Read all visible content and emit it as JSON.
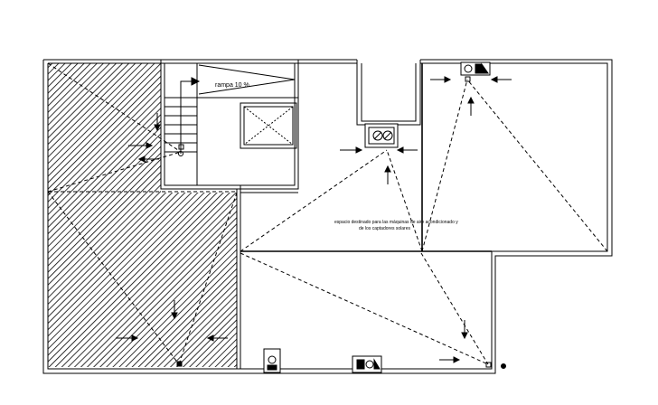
{
  "labels": {
    "ramp": "rampa 10 %",
    "note_line1": "espacio destinado para las máquinas de aire acondicionado y",
    "note_line2": "de los captadores solares"
  },
  "colors": {
    "line": "#000000",
    "background": "#ffffff"
  },
  "icons": [
    "hvac-unit-icon",
    "arrow-icon",
    "stair-icon",
    "skylight-icon",
    "drain-point-icon"
  ]
}
